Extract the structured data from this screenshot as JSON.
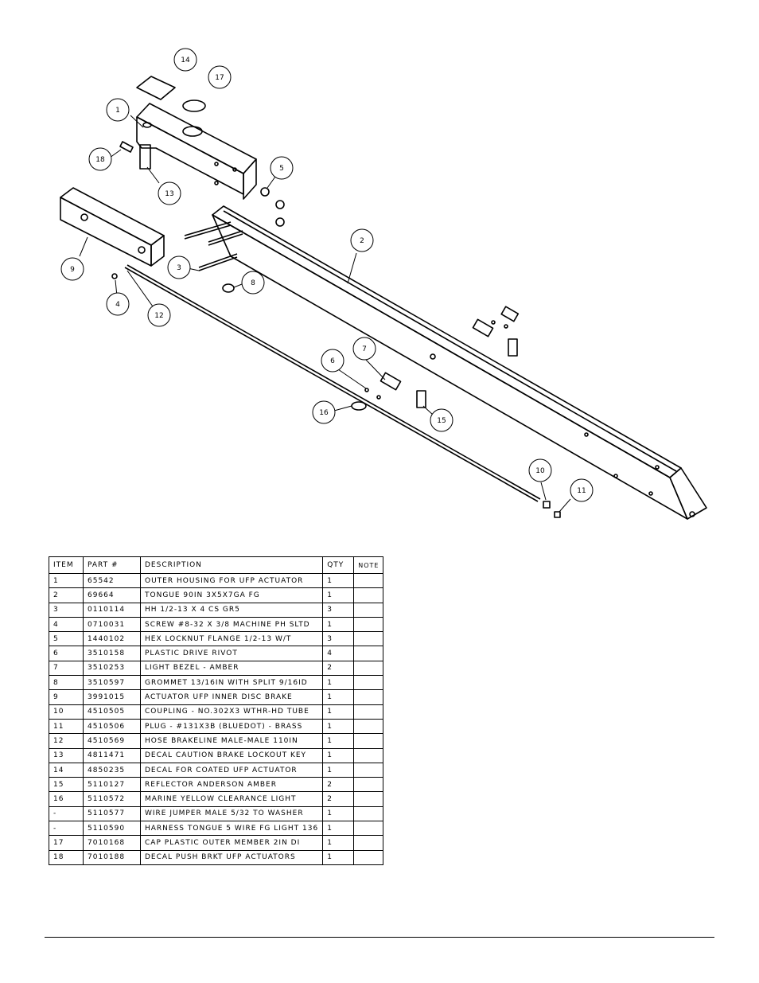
{
  "balloons": [
    "14",
    "17",
    "1",
    "18",
    "13",
    "5",
    "2",
    "9",
    "3",
    "8",
    "4",
    "12",
    "7",
    "6",
    "16",
    "15",
    "10",
    "11"
  ],
  "table": {
    "headers": {
      "item": "ITEM",
      "part": "PART #",
      "description": "DESCRIPTION",
      "qty": "QTY",
      "note": "NOTE"
    },
    "rows": [
      {
        "item": "1",
        "part": "65542",
        "description": "OUTER HOUSING FOR UFP ACTUATOR",
        "qty": "1",
        "note": ""
      },
      {
        "item": "2",
        "part": "69664",
        "description": "TONGUE 90IN 3X5X7GA FG",
        "qty": "1",
        "note": ""
      },
      {
        "item": "3",
        "part": "0110114",
        "description": "HH 1/2-13 X 4 CS GR5",
        "qty": "3",
        "note": ""
      },
      {
        "item": "4",
        "part": "0710031",
        "description": "SCREW #8-32 X 3/8 MACHINE PH SLTD",
        "qty": "1",
        "note": ""
      },
      {
        "item": "5",
        "part": "1440102",
        "description": "HEX LOCKNUT FLANGE 1/2-13 W/T",
        "qty": "3",
        "note": ""
      },
      {
        "item": "6",
        "part": "3510158",
        "description": "PLASTIC DRIVE RIVOT",
        "qty": "4",
        "note": ""
      },
      {
        "item": "7",
        "part": "3510253",
        "description": "LIGHT BEZEL - AMBER",
        "qty": "2",
        "note": ""
      },
      {
        "item": "8",
        "part": "3510597",
        "description": "GROMMET 13/16IN  WITH SPLIT 9/16ID",
        "qty": "1",
        "note": ""
      },
      {
        "item": "9",
        "part": "3991015",
        "description": "ACTUATOR UFP INNER  DISC BRAKE",
        "qty": "1",
        "note": ""
      },
      {
        "item": "10",
        "part": "4510505",
        "description": "COUPLING - NO.302X3 WTHR-HD TUBE",
        "qty": "1",
        "note": ""
      },
      {
        "item": "11",
        "part": "4510506",
        "description": "PLUG - #131X3B (BLUEDOT) - BRASS",
        "qty": "1",
        "note": ""
      },
      {
        "item": "12",
        "part": "4510569",
        "description": "HOSE BRAKELINE MALE-MALE 110IN",
        "qty": "1",
        "note": ""
      },
      {
        "item": "13",
        "part": "4811471",
        "description": "DECAL CAUTION BRAKE LOCKOUT KEY",
        "qty": "1",
        "note": ""
      },
      {
        "item": "14",
        "part": "4850235",
        "description": "DECAL FOR COATED UFP ACTUATOR",
        "qty": "1",
        "note": ""
      },
      {
        "item": "15",
        "part": "5110127",
        "description": "REFLECTOR ANDERSON AMBER",
        "qty": "2",
        "note": ""
      },
      {
        "item": "16",
        "part": "5110572",
        "description": "MARINE YELLOW CLEARANCE LIGHT",
        "qty": "2",
        "note": ""
      },
      {
        "item": "-",
        "part": "5110577",
        "description": "WIRE JUMPER MALE 5/32 TO WASHER",
        "qty": "1",
        "note": ""
      },
      {
        "item": "-",
        "part": "5110590",
        "description": "HARNESS TONGUE 5 WIRE FG LIGHT 136",
        "qty": "1",
        "note": ""
      },
      {
        "item": "17",
        "part": "7010168",
        "description": "CAP  PLASTIC OUTER MEMBER 2IN DI",
        "qty": "1",
        "note": ""
      },
      {
        "item": "18",
        "part": "7010188",
        "description": "DECAL PUSH BRKT UFP ACTUATORS",
        "qty": "1",
        "note": ""
      }
    ]
  }
}
